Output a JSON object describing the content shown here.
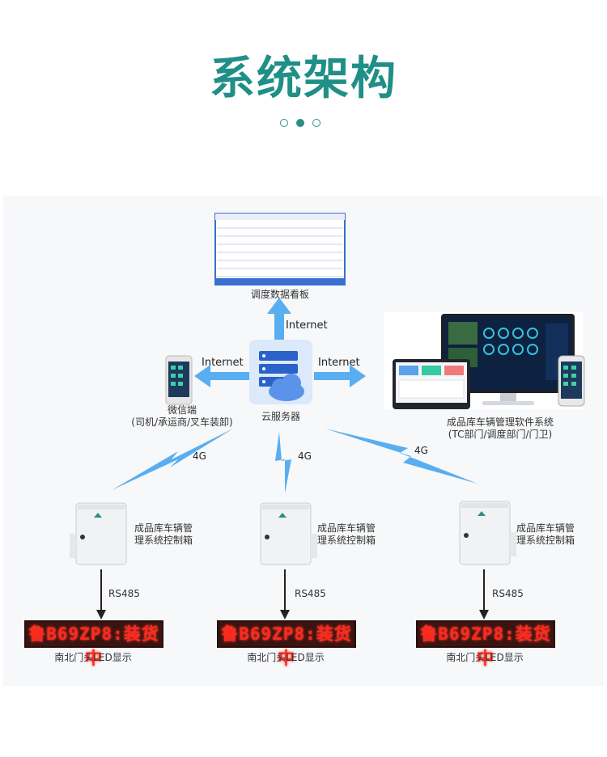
{
  "page": {
    "title": "系统架构"
  },
  "carousel": {
    "count": 3,
    "active_index": 1
  },
  "diagram": {
    "dashboard_label": "调度数据看板",
    "internet_up": "Internet",
    "internet_left": "Internet",
    "internet_right": "Internet",
    "cloud_label": "云服务器",
    "wechat_label_line1": "微信端",
    "wechat_label_line2": "(司机/承运商/叉车装卸)",
    "software_label_line1": "成品库车辆管理软件系统",
    "software_label_line2": "(TC部门/调度部门/门卫)",
    "link_4g_left": "4G",
    "link_4g_center": "4G",
    "link_4g_right": "4G",
    "controllers": [
      {
        "line1": "成品库车辆管",
        "line2": "理系统控制箱",
        "bus": "RS485",
        "led_text": "鲁B69ZP8:装货中",
        "display_label": "南北门头LED显示"
      },
      {
        "line1": "成品库车辆管",
        "line2": "理系统控制箱",
        "bus": "RS485",
        "led_text": "鲁B69ZP8:装货中",
        "display_label": "南北门头LED显示"
      },
      {
        "line1": "成品库车辆管",
        "line2": "理系统控制箱",
        "bus": "RS485",
        "led_text": "鲁B69ZP8:装货中",
        "display_label": "南北门头LED显示"
      }
    ]
  },
  "colors": {
    "title": "#1f8f87",
    "arrow": "#58aef0",
    "led": "#ff2a1f",
    "server": "#2b62c9"
  }
}
